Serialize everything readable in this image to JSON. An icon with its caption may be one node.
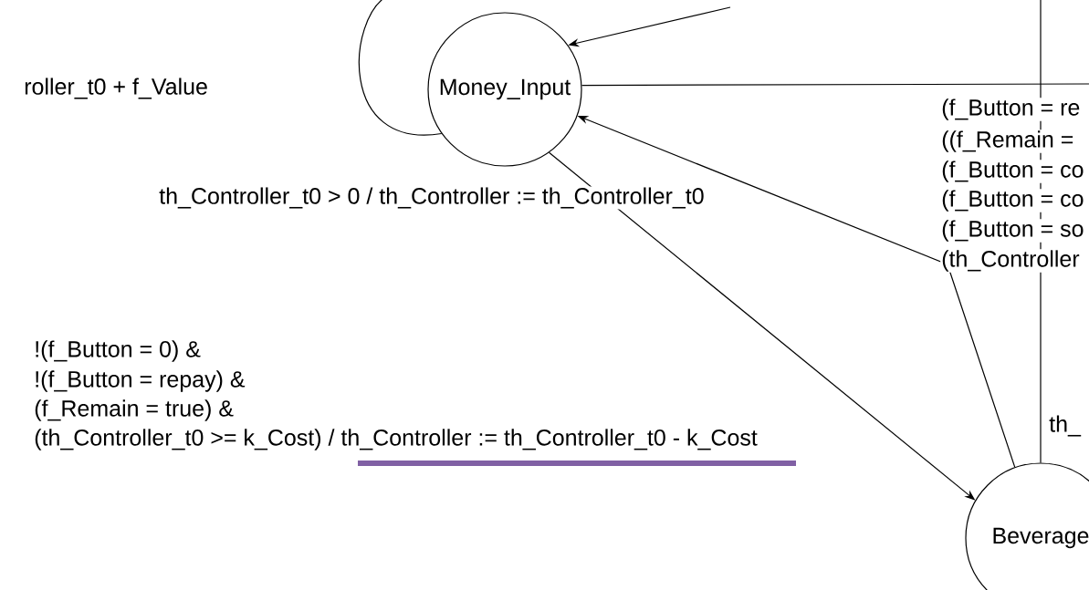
{
  "diagram": {
    "nodes": [
      {
        "text": [
          "Money_Input"
        ]
      },
      {
        "text": [
          "Beverage"
        ]
      }
    ],
    "edges": [
      {
        "from": null,
        "to": 0,
        "arrow": "none"
      },
      {
        "from": null,
        "to": 0,
        "arrow": "to"
      },
      {
        "from": 0,
        "to": null,
        "arrow": "none"
      },
      {
        "from": 0,
        "to": 1,
        "arrow": "to"
      },
      {
        "from": 1,
        "to": 0,
        "arrow": "to"
      },
      {
        "from": null,
        "to": 1,
        "arrow": "none"
      }
    ],
    "labels": [
      "roller_t0 + f_Value",
      "th_Controller_t0 > 0 / th_Controller := th_Controller_t0",
      "(f_Button = re",
      "((f_Remain =",
      "(f_Button = co",
      "(f_Button = co",
      "(f_Button = so",
      "(th_Controller",
      "!(f_Button = 0) &",
      "!(f_Button = repay) &",
      "(f_Remain = true) &",
      "(th_Controller_t0 >= k_Cost) / th_Controller := th_Controller_t0 - k_Cost",
      "th_"
    ]
  }
}
